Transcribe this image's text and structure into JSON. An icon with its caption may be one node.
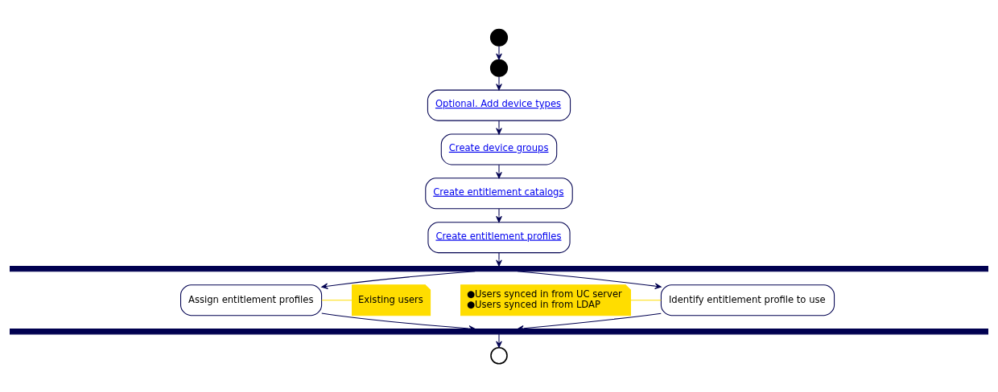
{
  "diagram": {
    "nodes": [
      {
        "text": [],
        "shape": "circle"
      },
      {
        "text": [],
        "shape": "circle"
      },
      {
        "text": [
          "Optional. Add device types"
        ]
      },
      {
        "text": [
          "Create device groups"
        ]
      },
      {
        "text": [
          "Create entitlement catalogs"
        ]
      },
      {
        "text": [
          "Create entitlement profiles"
        ]
      },
      {
        "text": [],
        "shape": "bar"
      },
      {
        "text": [
          "Identify entitlement profile to use"
        ]
      },
      {
        "text": [
          "Assign entitlement profiles"
        ]
      },
      {
        "text": [],
        "shape": "bar"
      },
      {
        "text": [],
        "shape": "circle"
      },
      {
        "text": [
          "●Users synced in from UC server",
          "●Users synced in from LDAP"
        ]
      },
      {
        "text": [
          "Existing users"
        ]
      }
    ],
    "edges": [
      {
        "from": 0,
        "to": 1,
        "arrow": "to"
      },
      {
        "from": 1,
        "to": 2,
        "arrow": "to"
      },
      {
        "from": 2,
        "to": 3,
        "arrow": "to"
      },
      {
        "from": 3,
        "to": 4,
        "arrow": "to"
      },
      {
        "from": 4,
        "to": 5,
        "arrow": "to"
      },
      {
        "from": 5,
        "to": 6,
        "arrow": "to"
      },
      {
        "from": 6,
        "to": 7,
        "arrow": "to"
      },
      {
        "from": 6,
        "to": 8,
        "arrow": "to"
      },
      {
        "from": 7,
        "to": 9,
        "arrow": "to"
      },
      {
        "from": 8,
        "to": 9,
        "arrow": "to"
      },
      {
        "from": 9,
        "to": 10,
        "arrow": "to"
      },
      {
        "from": 11,
        "to": 7,
        "arrow": "none",
        "color": "#ffdd00"
      },
      {
        "from": 8,
        "to": 12,
        "arrow": "none",
        "color": "#ffdd00"
      }
    ]
  }
}
